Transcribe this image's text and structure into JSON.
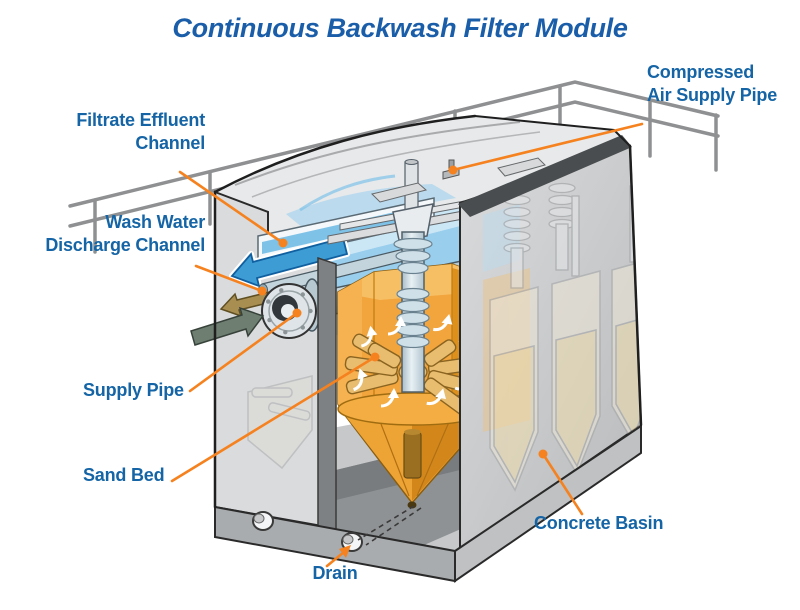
{
  "title": "Continuous Backwash Filter Module",
  "colors": {
    "title_blue": "#1A5DA8",
    "label_blue": "#1565A6",
    "leader_orange": "#F5821F",
    "sand_orange": "#F2A53C",
    "water_blue": "#7FC2E8",
    "concrete_gray": "#C9CBCD"
  },
  "labels": {
    "filtrate_effluent_channel": {
      "lines": [
        "Filtrate Effluent",
        "Channel"
      ]
    },
    "wash_water_discharge_channel": {
      "lines": [
        "Wash Water",
        "Discharge Channel"
      ]
    },
    "supply_pipe": {
      "text": "Supply Pipe"
    },
    "sand_bed": {
      "text": "Sand Bed"
    },
    "drain": {
      "text": "Drain"
    },
    "compressed_air_supply_pipe": {
      "lines": [
        "Compressed",
        "Air Supply Pipe"
      ]
    },
    "concrete_basin": {
      "text": "Concrete Basin"
    }
  }
}
